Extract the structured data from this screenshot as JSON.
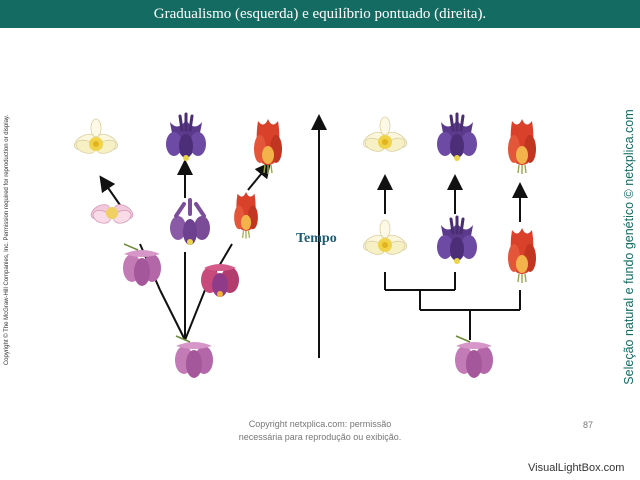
{
  "title": "Gradualismo (esquerda) e equilíbrio pontuado (direita).",
  "axis_label": "Tempo",
  "side_caption": "Seleção natural e fundo genético © netxplica.com",
  "copyright_left": "Copyright © The McGraw-Hill Companies, Inc. Permission required for reproduction or display.",
  "footer": {
    "line1": "Copyright netxplica.com: permissão",
    "line2": "necessária para reprodução ou exibição.",
    "page_number": "87"
  },
  "watermark": "VisualLightBox.com",
  "colors": {
    "title_bar": "#146b62",
    "caption": "#146b62",
    "axis_label": "#1e5a75",
    "purple_flower": "#5b3a8c",
    "pink_flower": "#c27bb5",
    "red_flower": "#d9412b",
    "yellow_flower": "#f2e6a0"
  }
}
